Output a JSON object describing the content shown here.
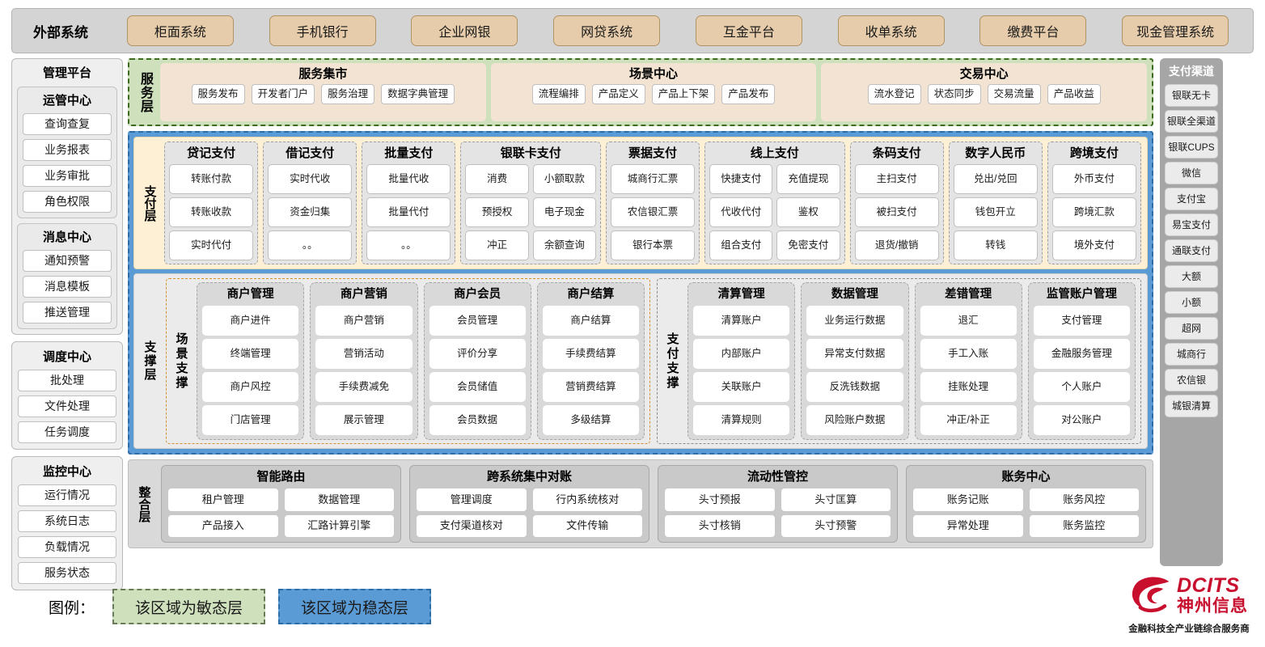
{
  "external": {
    "title": "外部系统",
    "items": [
      "柜面系统",
      "手机银行",
      "企业网银",
      "网贷系统",
      "互金平台",
      "收单系统",
      "缴费平台",
      "现金管理系统"
    ]
  },
  "left_sidebar": {
    "title": "管理平台",
    "groups": [
      {
        "title": "运管中心",
        "items": [
          "查询查复",
          "业务报表",
          "业务审批",
          "角色权限"
        ]
      },
      {
        "title": "消息中心",
        "items": [
          "通知预警",
          "消息模板",
          "推送管理"
        ]
      }
    ],
    "panels": [
      {
        "title": "调度中心",
        "items": [
          "批处理",
          "文件处理",
          "任务调度"
        ]
      },
      {
        "title": "监控中心",
        "items": [
          "运行情况",
          "系统日志",
          "负载情况",
          "服务状态"
        ]
      }
    ]
  },
  "service_layer": {
    "label": "服务层",
    "groups": [
      {
        "title": "服务集市",
        "items": [
          "服务发布",
          "开发者门户",
          "服务治理",
          "数据字典管理"
        ]
      },
      {
        "title": "场景中心",
        "items": [
          "流程编排",
          "产品定义",
          "产品上下架",
          "产品发布"
        ]
      },
      {
        "title": "交易中心",
        "items": [
          "流水登记",
          "状态同步",
          "交易流量",
          "产品收益"
        ]
      }
    ]
  },
  "payment_layer": {
    "label": "支付层",
    "groups": [
      {
        "title": "贷记支付",
        "cols": 1,
        "rows": [
          [
            "转账付款"
          ],
          [
            "转账收款"
          ],
          [
            "实时代付"
          ]
        ]
      },
      {
        "title": "借记支付",
        "cols": 1,
        "rows": [
          [
            "实时代收"
          ],
          [
            "资金归集"
          ],
          [
            "。。"
          ]
        ]
      },
      {
        "title": "批量支付",
        "cols": 1,
        "rows": [
          [
            "批量代收"
          ],
          [
            "批量代付"
          ],
          [
            "。。"
          ]
        ]
      },
      {
        "title": "银联卡支付",
        "cols": 2,
        "rows": [
          [
            "消费",
            "小额取款"
          ],
          [
            "预授权",
            "电子现金"
          ],
          [
            "冲正",
            "余额查询"
          ]
        ]
      },
      {
        "title": "票据支付",
        "cols": 1,
        "rows": [
          [
            "城商行汇票"
          ],
          [
            "农信银汇票"
          ],
          [
            "银行本票"
          ]
        ]
      },
      {
        "title": "线上支付",
        "cols": 2,
        "rows": [
          [
            "快捷支付",
            "充值提现"
          ],
          [
            "代收代付",
            "鉴权"
          ],
          [
            "组合支付",
            "免密支付"
          ]
        ]
      },
      {
        "title": "条码支付",
        "cols": 1,
        "rows": [
          [
            "主扫支付"
          ],
          [
            "被扫支付"
          ],
          [
            "退货/撤销"
          ]
        ]
      },
      {
        "title": "数字人民币",
        "cols": 1,
        "rows": [
          [
            "兑出/兑回"
          ],
          [
            "钱包开立"
          ],
          [
            "转钱"
          ]
        ]
      },
      {
        "title": "跨境支付",
        "cols": 1,
        "rows": [
          [
            "外币支付"
          ],
          [
            "跨境汇款"
          ],
          [
            "境外支付"
          ]
        ]
      }
    ]
  },
  "support_layer": {
    "label": "支撑层",
    "zones": [
      {
        "label": "场景支撑",
        "groups": [
          {
            "title": "商户管理",
            "items": [
              "商户进件",
              "终端管理",
              "商户风控",
              "门店管理"
            ]
          },
          {
            "title": "商户营销",
            "items": [
              "商户营销",
              "营销活动",
              "手续费减免",
              "展示管理"
            ]
          },
          {
            "title": "商户会员",
            "items": [
              "会员管理",
              "评价分享",
              "会员储值",
              "会员数据"
            ]
          },
          {
            "title": "商户结算",
            "items": [
              "商户结算",
              "手续费结算",
              "营销费结算",
              "多级结算"
            ]
          }
        ]
      },
      {
        "label": "支付支撑",
        "groups": [
          {
            "title": "清算管理",
            "items": [
              "清算账户",
              "内部账户",
              "关联账户",
              "清算规则"
            ]
          },
          {
            "title": "数据管理",
            "items": [
              "业务运行数据",
              "异常支付数据",
              "反洗钱数据",
              "风险账户数据"
            ]
          },
          {
            "title": "差错管理",
            "items": [
              "退汇",
              "手工入账",
              "挂账处理",
              "冲正/补正"
            ]
          },
          {
            "title": "监管账户管理",
            "items": [
              "支付管理",
              "金融服务管理",
              "个人账户",
              "对公账户"
            ]
          }
        ]
      }
    ]
  },
  "integration_layer": {
    "label": "整合层",
    "groups": [
      {
        "title": "智能路由",
        "rows": [
          [
            "租户管理",
            "数据管理"
          ],
          [
            "产品接入",
            "汇路计算引擎"
          ]
        ]
      },
      {
        "title": "跨系统集中对账",
        "rows": [
          [
            "管理调度",
            "行内系统核对"
          ],
          [
            "支付渠道核对",
            "文件传输"
          ]
        ]
      },
      {
        "title": "流动性管控",
        "rows": [
          [
            "头寸预报",
            "头寸匡算"
          ],
          [
            "头寸核销",
            "头寸预警"
          ]
        ]
      },
      {
        "title": "账务中心",
        "rows": [
          [
            "账务记账",
            "账务风控"
          ],
          [
            "异常处理",
            "账务监控"
          ]
        ]
      }
    ]
  },
  "right_sidebar": {
    "title": "支付渠道",
    "items": [
      "银联无卡",
      "银联全渠道",
      "银联CUPS",
      "微信",
      "支付宝",
      "易宝支付",
      "通联支付",
      "大额",
      "小额",
      "超网",
      "城商行",
      "农信银",
      "城银清算"
    ]
  },
  "legend": {
    "label": "图例：",
    "agile": "该区域为敏态层",
    "stable": "该区域为稳态层"
  },
  "logo": {
    "en": "DCITS",
    "cn": "神州信息",
    "tagline": "金融科技全产业链综合服务商"
  },
  "colors": {
    "agile_fill": "#cfe0bd",
    "agile_border": "#3d6b1e",
    "stable_fill": "#5b9bd5",
    "stable_border": "#2e6da4",
    "payment_fill": "#fdf0d5",
    "external_item": "#e6ccaa",
    "service_group": "#f2e3d2",
    "brand_red": "#c8102e"
  }
}
